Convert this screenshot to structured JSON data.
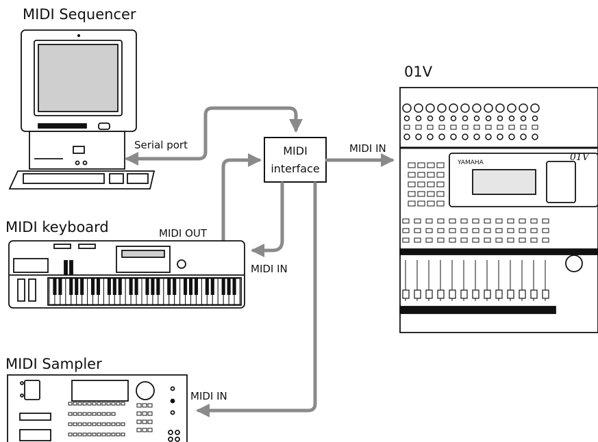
{
  "devices": {
    "sequencer": "MIDI Sequencer",
    "keyboard": "MIDI keyboard",
    "sampler": "MIDI Sampler",
    "mixer": "01V"
  },
  "interface": {
    "line1": "MIDI",
    "line2": "interface"
  },
  "connections": {
    "serial_port": "Serial port",
    "midi_in_mixer": "MIDI IN",
    "midi_out_keyboard": "MIDI OUT",
    "midi_in_keyboard": "MIDI IN",
    "midi_in_sampler": "MIDI IN"
  },
  "mixer_branding": {
    "maker": "YAMAHA",
    "model": "01V"
  },
  "colors": {
    "cable": "#8a8a8a",
    "outline": "#111111",
    "screen": "#cfcfcf"
  }
}
